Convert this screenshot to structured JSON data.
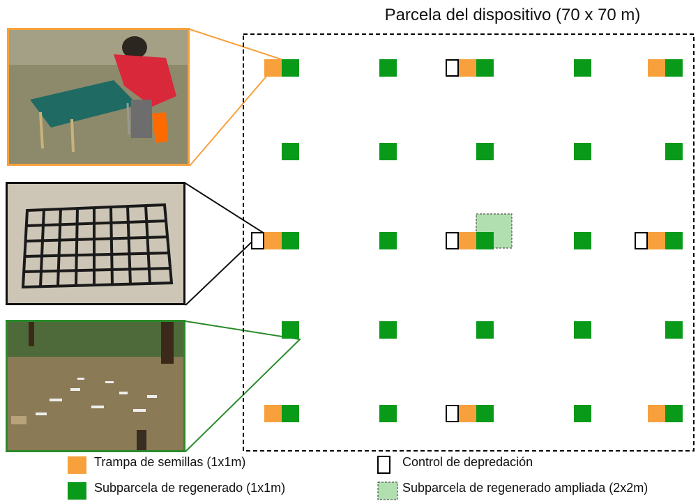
{
  "diagram": {
    "title": "Parcela del dispositivo (70 x 70 m)",
    "colors": {
      "seed_trap": "#f7a03c",
      "regen": "#0a9a1a",
      "regen_expanded": "#b2dfb0",
      "control_border": "#000000",
      "photo_frame_orange": "#f7a03c",
      "photo_frame_black": "#111111",
      "photo_frame_green": "#2a8a2a"
    },
    "photos": [
      {
        "name": "seed-trap-photo",
        "description_icon": "seed-trap-mesh-photo"
      },
      {
        "name": "predation-grid-photo",
        "description_icon": "predation-grid-photo"
      },
      {
        "name": "regen-subplot-photo",
        "description_icon": "forest-floor-photo"
      }
    ],
    "legend": [
      {
        "key": "seed_trap",
        "label": "Trampa de semillas (1x1m)"
      },
      {
        "key": "control",
        "label": "Control de depredación"
      },
      {
        "key": "regen",
        "label": "Subparcela de regenerado (1x1m)"
      },
      {
        "key": "regen_expanded",
        "label": "Subparcela de regenerado ampliada (2x2m)"
      }
    ]
  }
}
